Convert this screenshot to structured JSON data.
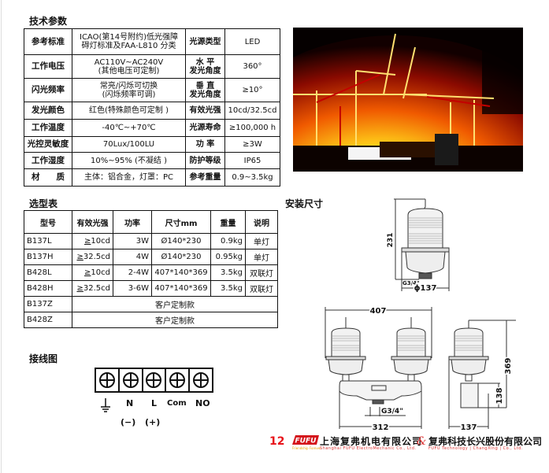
{
  "sections": {
    "specs_title": "技术参数",
    "selection_title": "选型表",
    "wiring_title": "接线图",
    "install_title": "安装尺寸"
  },
  "specs": {
    "rows": [
      {
        "label": "参考标准",
        "value": "ICAO(第14号附约)低光强障碍灯标准及FAA-L810 分类",
        "label2": "光源类型",
        "value2": "LED"
      },
      {
        "label": "工作电压",
        "value": "AC110V~AC240V (其他电压可定制)",
        "label2": "水 平 发光角度",
        "value2": "360°"
      },
      {
        "label": "闪光频率",
        "value": "常亮/闪烁可切换 (闪烁频率可调)",
        "label2": "垂 直 发光角度",
        "value2": "≥10°"
      },
      {
        "label": "发光颜色",
        "value": "红色(特殊颜色可定制 )",
        "label2": "有效光强",
        "value2": "10cd/32.5cd"
      },
      {
        "label": "工作温度",
        "value": "-40℃~+70℃",
        "label2": "光源寿命",
        "value2": "≥100,000 h"
      },
      {
        "label": "光控灵敏度",
        "value": "70Lux/100LU",
        "label2": "功 率",
        "value2": "≥3W"
      },
      {
        "label": "工作湿度",
        "value": "10%~95% (不凝结 )",
        "label2": "防护等级",
        "value2": "IP65"
      },
      {
        "label": "材　　质",
        "value": "主体：铝合金，灯罩：PC",
        "label2": "参考重量",
        "value2": "0.9~3.5kg"
      }
    ],
    "row0_value_line1": "ICAO(第14号附约)低光强障",
    "row0_value_line2": "碍灯标准及FAA-L810 分类",
    "row1_value_line1": "AC110V~AC240V",
    "row1_value_line2": "(其他电压可定制)",
    "row1_label2_line1": "水 平",
    "row1_label2_line2": "发光角度",
    "row2_value_line1": "常亮/闪烁可切换",
    "row2_value_line2": "(闪烁频率可调)",
    "row2_label2_line1": "垂 直",
    "row2_label2_line2": "发光角度"
  },
  "selection": {
    "headers": [
      "型号",
      "有效光强",
      "功率",
      "尺寸mm",
      "重量",
      "说明"
    ],
    "rows": [
      {
        "model": "B137L",
        "intensity_sym": "≥",
        "intensity": "10cd",
        "power": "3W",
        "size": "Ø140*230",
        "weight": "0.9kg",
        "note": "单灯"
      },
      {
        "model": "B137H",
        "intensity_sym": "≥",
        "intensity": "32.5cd",
        "power": "4W",
        "size": "Ø140*230",
        "weight": "0.95kg",
        "note": "单灯"
      },
      {
        "model": "B428L",
        "intensity_sym": "≥",
        "intensity": "10cd",
        "power": "2-4W",
        "size": "407*140*369",
        "weight": "3.5kg",
        "note": "双联灯"
      },
      {
        "model": "B428H",
        "intensity_sym": "≥",
        "intensity": "32.5cd",
        "power": "3-6W",
        "size": "407*140*369",
        "weight": "3.5kg",
        "note": "双联灯"
      },
      {
        "model": "B137Z",
        "custom": "客户定制款"
      },
      {
        "model": "B428Z",
        "custom": "客户定制款"
      }
    ]
  },
  "wiring": {
    "terminals": [
      "ground",
      "N",
      "L",
      "Com",
      "NO"
    ],
    "labels": {
      "n": "N",
      "l": "L",
      "com": "Com",
      "no": "NO"
    },
    "polarity": {
      "n": "(−)",
      "l": "(+)"
    }
  },
  "install": {
    "single": {
      "height": "231",
      "thread": "G3/4\"",
      "diameter": "ϕ137"
    },
    "double": {
      "width": "407",
      "base": "312",
      "thread": "G3/4\""
    },
    "side": {
      "height": "369",
      "bracket": "138",
      "depth": "137"
    }
  },
  "footer": {
    "page_number": "12",
    "logo_text": "FUFU",
    "logo_tagline": "Friendship Forever",
    "company1": "上海复弗机电有限公司",
    "company1_en": "Shanghai FUFU ElectroMechanic Co., Ltd.",
    "ampersand": "&",
    "company2": "复弗科技长兴股份有限公司",
    "company2_en": "FUFU Technology | ChangXing | Co., Ltd."
  },
  "colors": {
    "accent_red": "#e8141b",
    "text": "#111111",
    "logo_red": "#d4141b"
  }
}
